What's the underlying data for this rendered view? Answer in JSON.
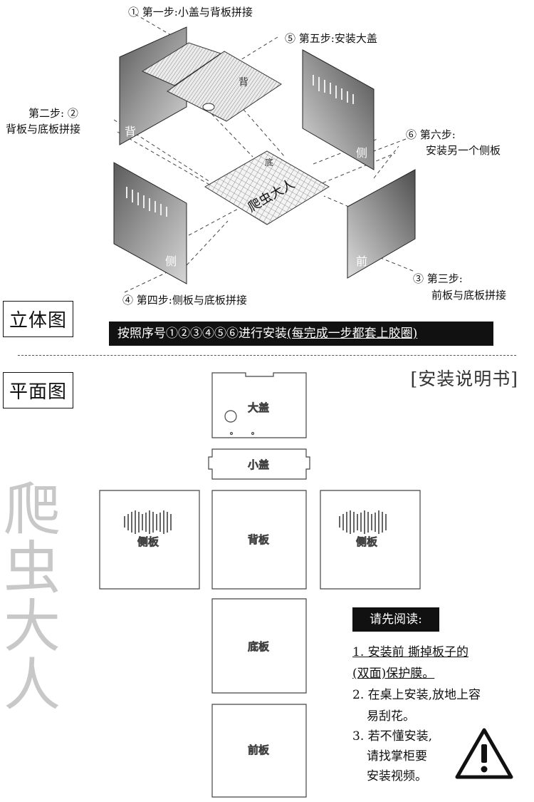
{
  "steps": {
    "step1": "① 第一步:小盖与背板拼接",
    "step2_line1": "第二步: ②",
    "step2_line2": "背板与底板拼接",
    "step3_line1": "③ 第三步:",
    "step3_line2": "前板与底板拼接",
    "step4": "④ 第四步:侧板与底板拼接",
    "step5": "⑤ 第五步:安装大盖",
    "step6_line1": "⑥ 第六步:",
    "step6_line2": "安装另一个侧板"
  },
  "iso_panel_labels": {
    "back": "背",
    "side_left": "侧",
    "side_right": "侧",
    "front": "前",
    "base": "爬虫大人",
    "base_small": "底",
    "lid": "背"
  },
  "titles": {
    "three_d": "立体图",
    "flat": "平面图",
    "manual": "[安装说明书]"
  },
  "banner": {
    "main": "按照序号①②③④⑤⑥进行安装",
    "paren": "(每完成一步都套上胶圈)"
  },
  "flat_panels": {
    "big_lid": "大盖",
    "small_lid": "小盖",
    "side_left": "侧板",
    "back": "背板",
    "side_right": "侧板",
    "bottom": "底板",
    "front": "前板"
  },
  "brand": "爬虫大人",
  "notes": {
    "heading": "请先阅读:",
    "item1_line1": "1. 安装前 撕掉板子的",
    "item1_line2": "(双面)保护膜。",
    "item2_line1": "2. 在桌上安装,放地上容",
    "item2_line2": "易刮花。",
    "item3_line1": "3. 若不懂安装,",
    "item3_line2": "请找掌柜要",
    "item3_line3": "安装视频。"
  },
  "warning_icon": "warning-triangle-icon"
}
